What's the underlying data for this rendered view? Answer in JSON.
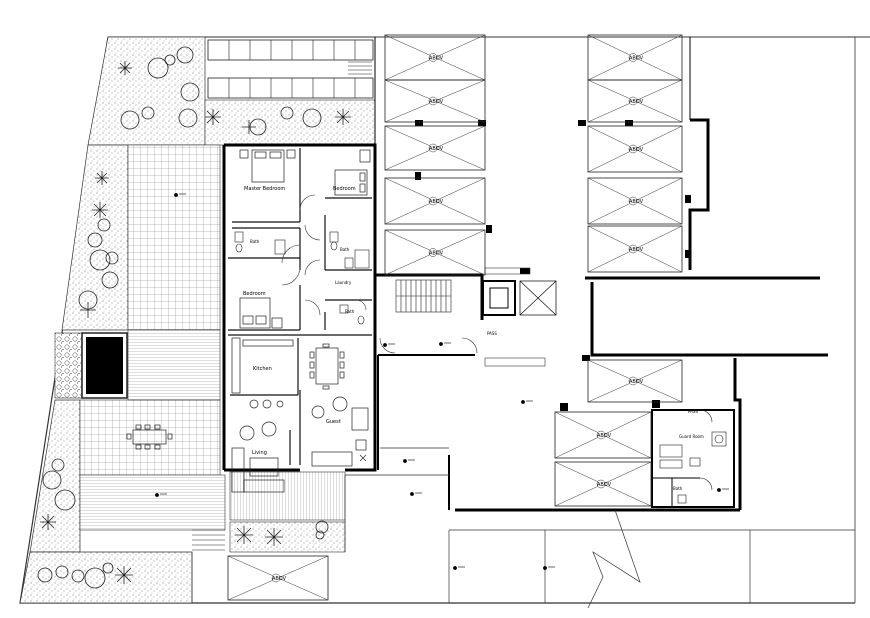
{
  "rooms": {
    "master_bedroom": "Master Bedroom",
    "bedroom_1": "Bedroom",
    "bedroom_2": "Bedroom",
    "bath_1": "Bath",
    "bath_2": "Bath",
    "bath_3": "Bath",
    "bath_guest": "Bath",
    "laundry": "Laundry",
    "kitchen": "Kitchen",
    "guest": "Guest",
    "living": "Living",
    "guard_room": "Guard Room",
    "pass_1": "PASS",
    "pass_2": "PASS"
  },
  "parking": [
    {
      "id": "top-left-1",
      "label": "ABOV"
    },
    {
      "id": "top-left-2",
      "label": "ABOV"
    },
    {
      "id": "top-left-3",
      "label": "ABOV"
    },
    {
      "id": "top-left-4",
      "label": "ABOV"
    },
    {
      "id": "top-left-5",
      "label": "ABOV"
    },
    {
      "id": "top-right-1",
      "label": "ABOV"
    },
    {
      "id": "top-right-2",
      "label": "ABOV"
    },
    {
      "id": "top-right-3",
      "label": "ABOV"
    },
    {
      "id": "top-right-4",
      "label": "ABOV"
    },
    {
      "id": "top-right-5",
      "label": "ABOV"
    },
    {
      "id": "mid-right",
      "label": "ABOV"
    },
    {
      "id": "low-1",
      "label": "ABOV"
    },
    {
      "id": "low-2",
      "label": "ABOV"
    },
    {
      "id": "bottom",
      "label": "ABOV"
    }
  ],
  "icons": {
    "level_marker": "level-marker-icon",
    "tree": "tree-icon",
    "dining_table": "dining-table-icon",
    "staircase": "staircase-icon",
    "elevator": "elevator-icon"
  }
}
